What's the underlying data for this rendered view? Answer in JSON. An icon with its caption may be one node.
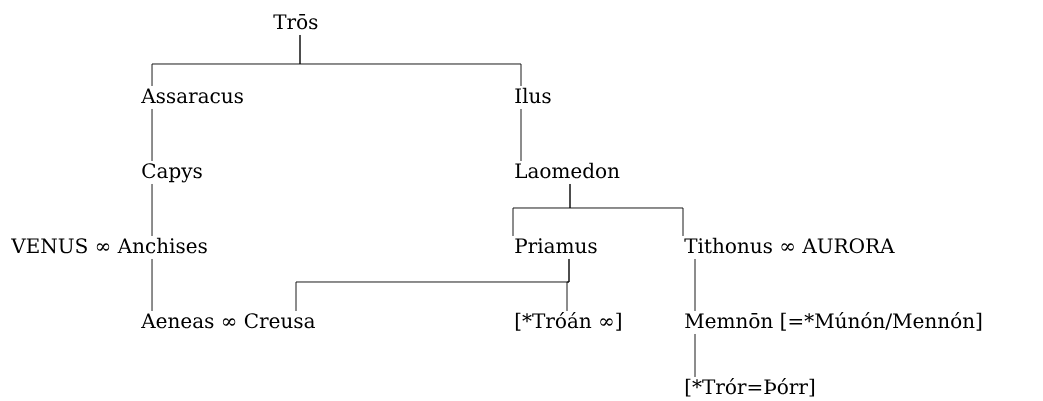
{
  "diagram": {
    "nodes": [
      {
        "text": [
          "Trōs"
        ]
      },
      {
        "text": [
          "Assaracus"
        ]
      },
      {
        "text": [
          "Ilus"
        ]
      },
      {
        "text": [
          "Capys"
        ]
      },
      {
        "text": [
          "Laomedon"
        ]
      },
      {
        "text": [
          "VENUS ∞ Anchises"
        ]
      },
      {
        "text": [
          "Priamus"
        ]
      },
      {
        "text": [
          "Tithonus ∞ AURORA"
        ]
      },
      {
        "text": [
          "Aeneas ∞ Creusa"
        ]
      },
      {
        "text": [
          "[*Tróán ∞]"
        ]
      },
      {
        "text": [
          "Memnōn [=*Múnón/Mennón]"
        ]
      },
      {
        "text": [
          "[*Trór=Þórr]"
        ]
      }
    ],
    "edges": [
      {
        "from": 0,
        "to": 1,
        "arrow": "none"
      },
      {
        "from": 0,
        "to": 2,
        "arrow": "none"
      },
      {
        "from": 1,
        "to": 3,
        "arrow": "none"
      },
      {
        "from": 2,
        "to": 4,
        "arrow": "none"
      },
      {
        "from": 3,
        "to": 5,
        "arrow": "none"
      },
      {
        "from": 4,
        "to": 6,
        "arrow": "none"
      },
      {
        "from": 4,
        "to": 7,
        "arrow": "none"
      },
      {
        "from": 5,
        "to": 8,
        "arrow": "none"
      },
      {
        "from": 6,
        "to": 8,
        "arrow": "none"
      },
      {
        "from": 6,
        "to": 9,
        "arrow": "none"
      },
      {
        "from": 7,
        "to": 10,
        "arrow": "none"
      },
      {
        "from": 10,
        "to": 11,
        "arrow": "none"
      }
    ]
  }
}
